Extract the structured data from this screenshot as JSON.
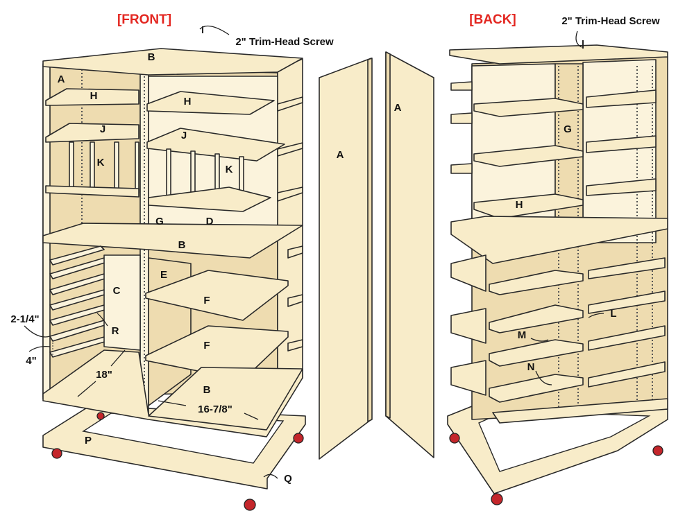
{
  "titles": {
    "front": "[FRONT]",
    "back": "[BACK]"
  },
  "callouts": {
    "front_screw": "2\" Trim-Head Screw",
    "back_screw": "2\" Trim-Head Screw"
  },
  "dimensions": {
    "rail_spacing": "2-1/4\"",
    "rail_gap": "4\"",
    "depth": "18\"",
    "width": "16-7/8\""
  },
  "front_labels": {
    "top": "B",
    "side": "A",
    "shelf_h_left": "H",
    "shelf_h_right": "H",
    "shelf_j_left": "J",
    "shelf_j_right": "J",
    "divider_k_left": "K",
    "divider_k_right": "K",
    "divider_g": "G",
    "back_d": "D",
    "middle_b": "B",
    "partition_e": "E",
    "back_c": "C",
    "shelf_f_upper": "F",
    "rail_r": "R",
    "shelf_f_lower": "F",
    "bottom_b": "B",
    "base_p": "P",
    "base_q": "Q"
  },
  "panel_labels": {
    "left_panel": "A",
    "right_panel": "A"
  },
  "back_labels": {
    "divider_g": "G",
    "shelf_h": "H",
    "lip_l": "L",
    "lip_m": "M",
    "lip_n": "N"
  },
  "colors": {
    "wood": "#f8ecc9",
    "wood_shadow": "#eedcb0",
    "title_red": "#e32620",
    "wheel": "#c4262b"
  }
}
